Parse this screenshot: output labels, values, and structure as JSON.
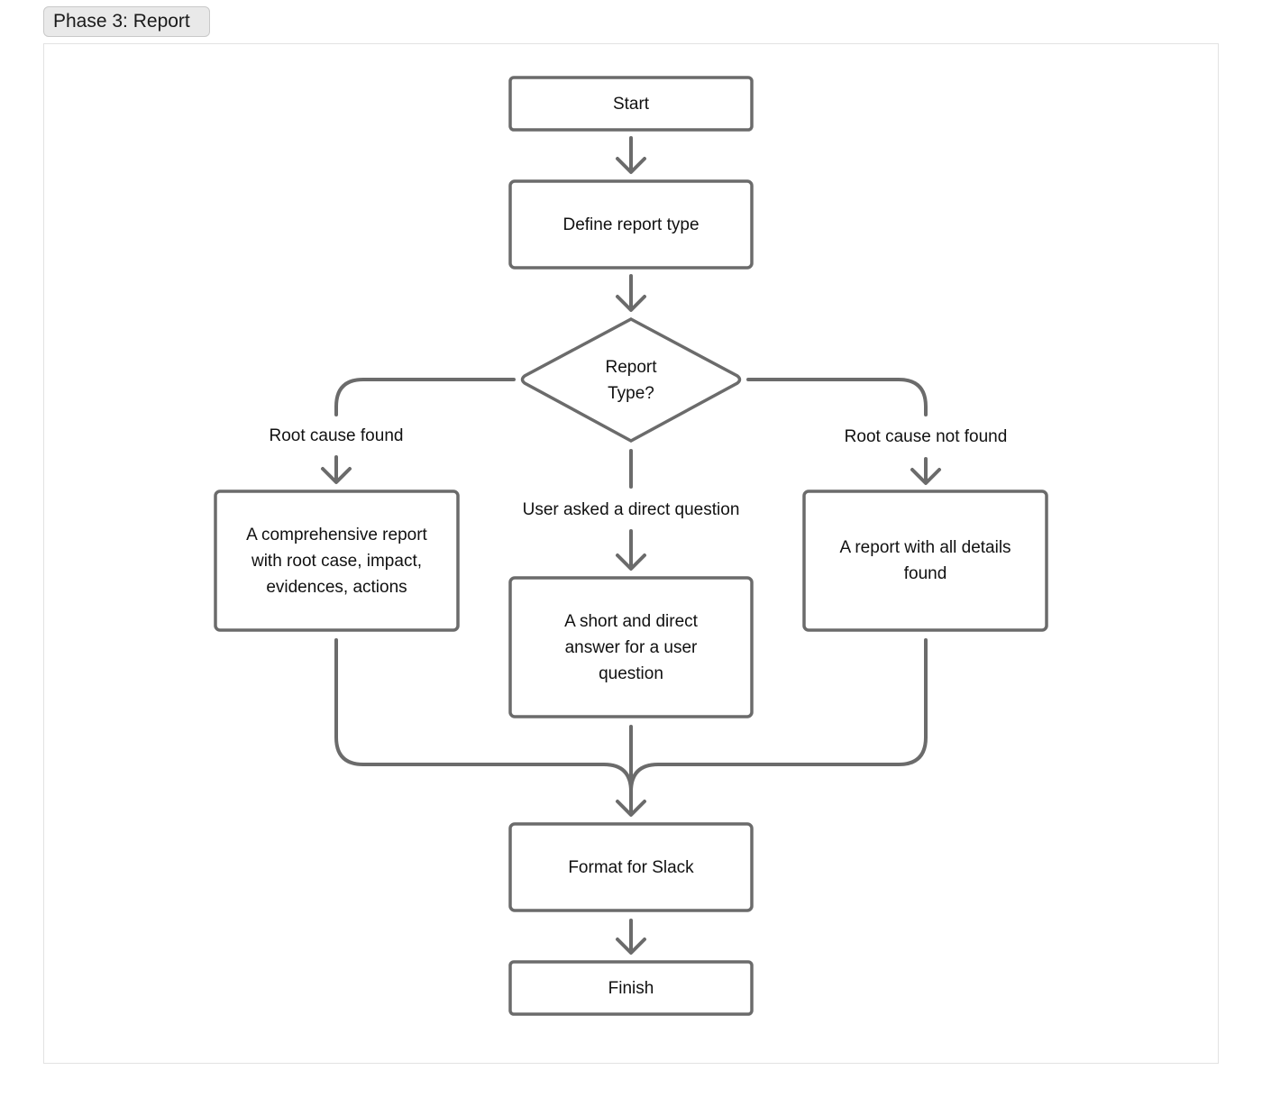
{
  "header": {
    "phase_label": "Phase 3: Report"
  },
  "colors": {
    "stroke": "#6b6b6b",
    "text": "#111111",
    "tab_background": "#e9e9e9",
    "frame_border": "#e2e2e2"
  },
  "flowchart": {
    "nodes": {
      "start": "Start",
      "define_report_type": "Define report type",
      "report_type_decision": "Report\nType?",
      "comprehensive_report": "A comprehensive report with root case, impact, evidences, actions",
      "short_answer": "A short and direct answer for a user question",
      "all_details_report": "A report with all details found",
      "format_for_slack": "Format for Slack",
      "finish": "Finish"
    },
    "edges": {
      "root_cause_found": "Root cause found",
      "user_asked_direct_question": "User asked a direct question",
      "root_cause_not_found": "Root cause not found"
    }
  }
}
